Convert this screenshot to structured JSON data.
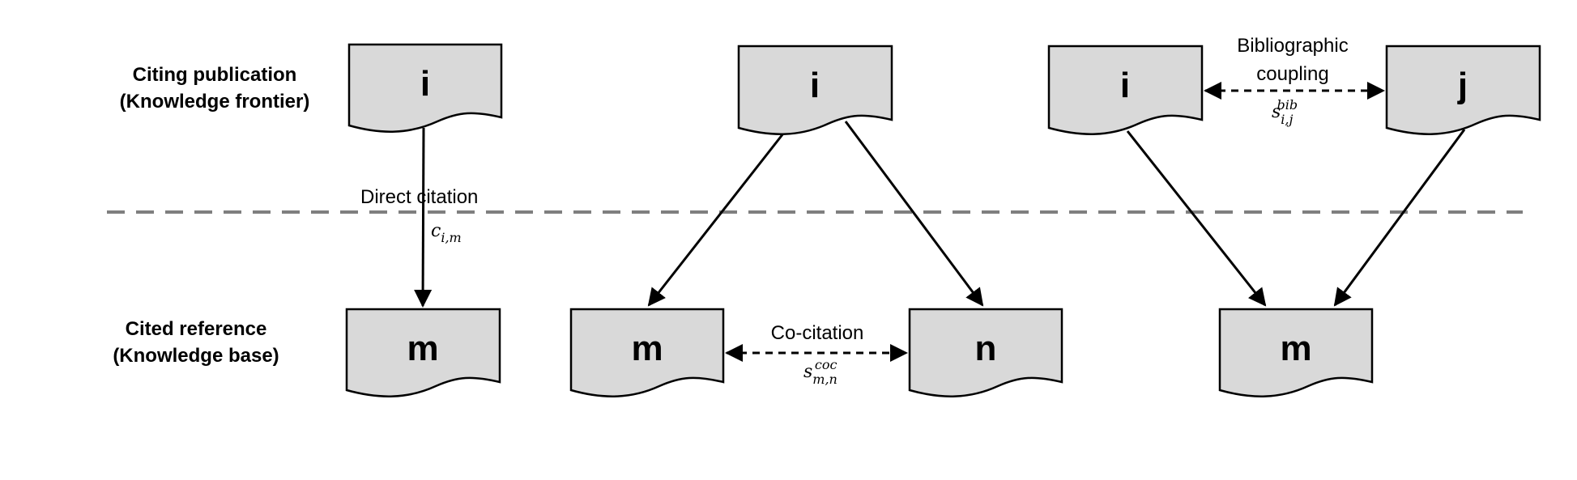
{
  "rows": {
    "citing": [
      "Citing publication",
      "(Knowledge frontier)"
    ],
    "cited": [
      "Cited reference",
      "(Knowledge base)"
    ]
  },
  "documents": {
    "a_i": "i",
    "a_m": "m",
    "b_i": "i",
    "b_m": "m",
    "b_n": "n",
    "c_i": "i",
    "c_j": "j",
    "c_m": "m"
  },
  "relations": {
    "direct_citation": {
      "label": "Direct citation",
      "symbol": "c",
      "subscript": "i,m"
    },
    "co_citation": {
      "label": "Co-citation",
      "symbol": "s",
      "subscript": "m,n",
      "superscript": "coc"
    },
    "bibliographic_coupling": {
      "label": [
        "Bibliographic",
        "coupling"
      ],
      "symbol": "s",
      "subscript": "i,j",
      "superscript": "bib"
    }
  }
}
